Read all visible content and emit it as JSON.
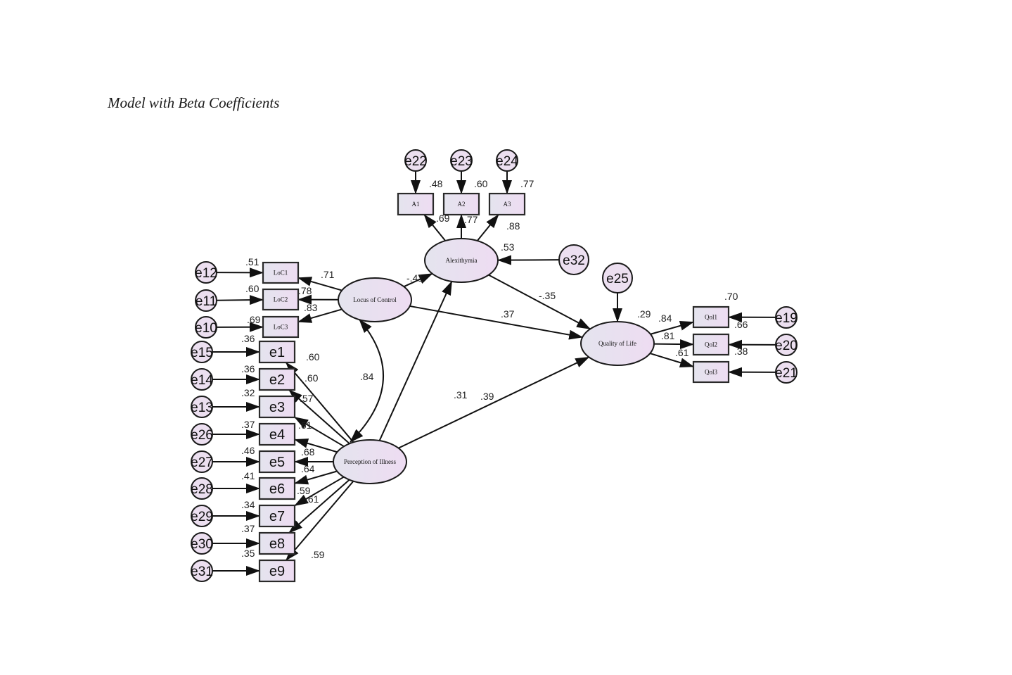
{
  "caption": "Model with Beta Coefficients",
  "colors": {
    "node_fill": "#ecdff0",
    "node_fill_light": "#e6e6f0",
    "stroke": "#111111"
  },
  "latent_variables": [
    {
      "id": "alex",
      "label": "Alexithymia"
    },
    {
      "id": "loc",
      "label": "Locus of Control"
    },
    {
      "id": "qol",
      "label": "Quality of Life"
    },
    {
      "id": "poi",
      "label": "Perception of Illness"
    }
  ],
  "observed_variables": [
    {
      "id": "A1",
      "label": "A1",
      "factor": "alex",
      "loading": ".69",
      "r2": ".48",
      "error": "e22"
    },
    {
      "id": "A2",
      "label": "A2",
      "factor": "alex",
      "loading": ".77",
      "r2": ".60",
      "error": "e23"
    },
    {
      "id": "A3",
      "label": "A3",
      "factor": "alex",
      "loading": ".88",
      "r2": ".77",
      "error": "e24"
    },
    {
      "id": "LoC1",
      "label": "LoC1",
      "factor": "loc",
      "loading": ".71",
      "r2": ".51",
      "error": "e12"
    },
    {
      "id": "LoC2",
      "label": "LoC2",
      "factor": "loc",
      "loading": ".78",
      "r2": ".60",
      "error": "e11"
    },
    {
      "id": "LoC3",
      "label": "LoC3",
      "factor": "loc",
      "loading": ".83",
      "r2": ".69",
      "error": "e10"
    },
    {
      "id": "Qol1",
      "label": "Qol1",
      "factor": "qol",
      "loading": ".84",
      "r2": ".70",
      "error": "e19"
    },
    {
      "id": "Qol2",
      "label": "Qol2",
      "factor": "qol",
      "loading": ".81",
      "r2": ".66",
      "error": "e20"
    },
    {
      "id": "Qol3",
      "label": "Qol3",
      "factor": "qol",
      "loading": ".61",
      "r2": ".38",
      "error": "e21"
    },
    {
      "id": "e1",
      "label": "e1",
      "factor": "poi",
      "loading": ".60",
      "r2": ".36",
      "error": "e15"
    },
    {
      "id": "e2",
      "label": "e2",
      "factor": "poi",
      "loading": ".60",
      "r2": ".36",
      "error": "e14"
    },
    {
      "id": "e3",
      "label": "e3",
      "factor": "poi",
      "loading": ".57",
      "r2": ".32",
      "error": "e13"
    },
    {
      "id": "e4",
      "label": "e4",
      "factor": "poi",
      "loading": ".61",
      "r2": ".37",
      "error": "e26"
    },
    {
      "id": "e5",
      "label": "e5",
      "factor": "poi",
      "loading": ".68",
      "r2": ".46",
      "error": "e27"
    },
    {
      "id": "e6",
      "label": "e6",
      "factor": "poi",
      "loading": ".64",
      "r2": ".41",
      "error": "e28"
    },
    {
      "id": "e7",
      "label": "e7",
      "factor": "poi",
      "loading": ".59",
      "r2": ".34",
      "error": "e29"
    },
    {
      "id": "e8",
      "label": "e8",
      "factor": "poi",
      "loading": ".61",
      "r2": ".37",
      "error": "e30"
    },
    {
      "id": "e9",
      "label": "e9",
      "factor": "poi",
      "loading": ".59",
      "r2": ".35",
      "error": "e31"
    }
  ],
  "disturbances": [
    {
      "id": "e32",
      "target": "alex",
      "r2": ".53"
    },
    {
      "id": "e25",
      "target": "qol",
      "r2": ".29"
    }
  ],
  "structural_paths": [
    {
      "from": "loc",
      "to": "alex",
      "beta": "-.41"
    },
    {
      "from": "alex",
      "to": "qol",
      "beta": "-.35"
    },
    {
      "from": "loc",
      "to": "qol",
      "beta": ".37"
    },
    {
      "from": "poi",
      "to": "alex",
      "beta": ".31"
    },
    {
      "from": "poi",
      "to": "qol",
      "beta": ".39"
    }
  ],
  "covariances": [
    {
      "a": "loc",
      "b": "poi",
      "r": ".84"
    }
  ]
}
